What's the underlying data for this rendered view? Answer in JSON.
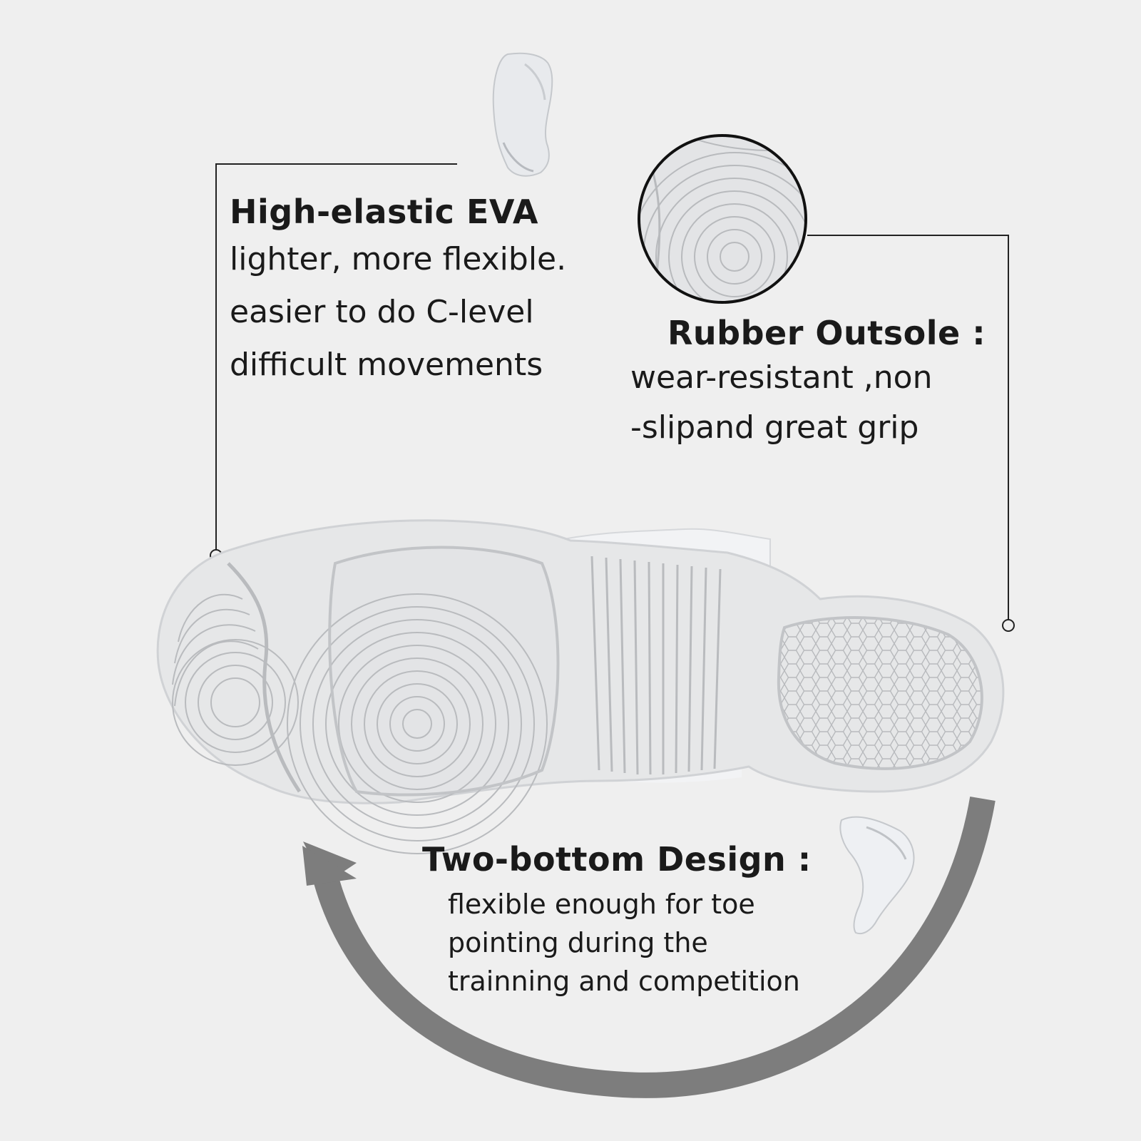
{
  "callouts": {
    "eva": {
      "title": "High-elastic EVA",
      "lines": [
        "lighter, more flexible.",
        "easier to do C-level",
        "difficult movements"
      ]
    },
    "rubber": {
      "title": "Rubber Outsole :",
      "lines": [
        "wear-resistant ,non",
        "-slipand great grip"
      ]
    },
    "two_bottom": {
      "title": "Two-bottom Design :",
      "lines": [
        "flexible enough for toe",
        "pointing during the",
        "trainning and competition"
      ]
    }
  },
  "colors": {
    "background": "#efefef",
    "sole": "#e6e7e8",
    "sole_line": "#b9bbbe",
    "arrow": "#7d7d7d",
    "leader": "#222222"
  }
}
